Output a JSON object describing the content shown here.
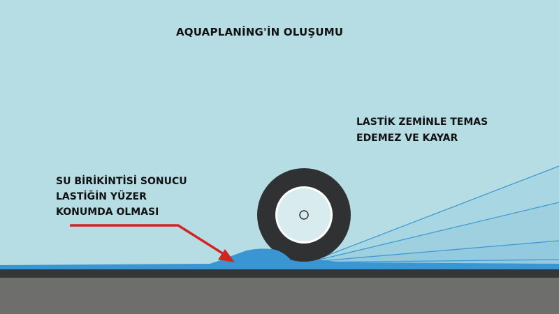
{
  "title": "AQUAPLANİNG'İN OLUŞUMU",
  "right_caption": {
    "line1": "LASTİK ZEMİNLE TEMAS",
    "line2": "EDEMEZ VE KAYAR"
  },
  "left_caption": {
    "line1": "SU BİRİKİNTİSİ SONUCU",
    "line2": "LASTİĞİN YÜZER",
    "line3": "KONUMDA OLMASI"
  },
  "colors": {
    "sky": "#b5dde3",
    "water": "#3a96d2",
    "road_edge": "#33373a",
    "road": "#6e6f6c",
    "tire": "#2f3133",
    "rim": "#d8ecef",
    "arrow": "#d32424",
    "spray": "#3f9ad3"
  }
}
